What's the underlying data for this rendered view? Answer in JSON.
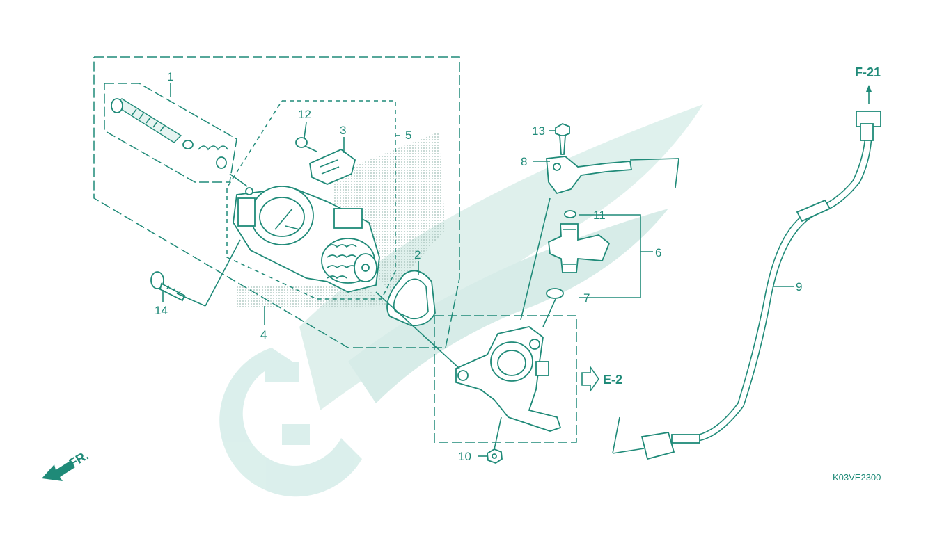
{
  "diagram": {
    "code": "K03VE2300",
    "ref_top": "F-21",
    "ref_right": "E-2",
    "front_label": "FR.",
    "callouts": [
      {
        "id": "c1",
        "text": "1"
      },
      {
        "id": "c2",
        "text": "2"
      },
      {
        "id": "c3",
        "text": "3"
      },
      {
        "id": "c4",
        "text": "4"
      },
      {
        "id": "c5",
        "text": "5"
      },
      {
        "id": "c6",
        "text": "6"
      },
      {
        "id": "c7",
        "text": "7"
      },
      {
        "id": "c8",
        "text": "8"
      },
      {
        "id": "c9",
        "text": "9"
      },
      {
        "id": "c10",
        "text": "10"
      },
      {
        "id": "c11",
        "text": "11"
      },
      {
        "id": "c12",
        "text": "12"
      },
      {
        "id": "c13",
        "text": "13"
      },
      {
        "id": "c14",
        "text": "14"
      }
    ],
    "colors": {
      "line": "#1f8a78",
      "watermark": "#d5ede8",
      "background": "#ffffff"
    }
  }
}
